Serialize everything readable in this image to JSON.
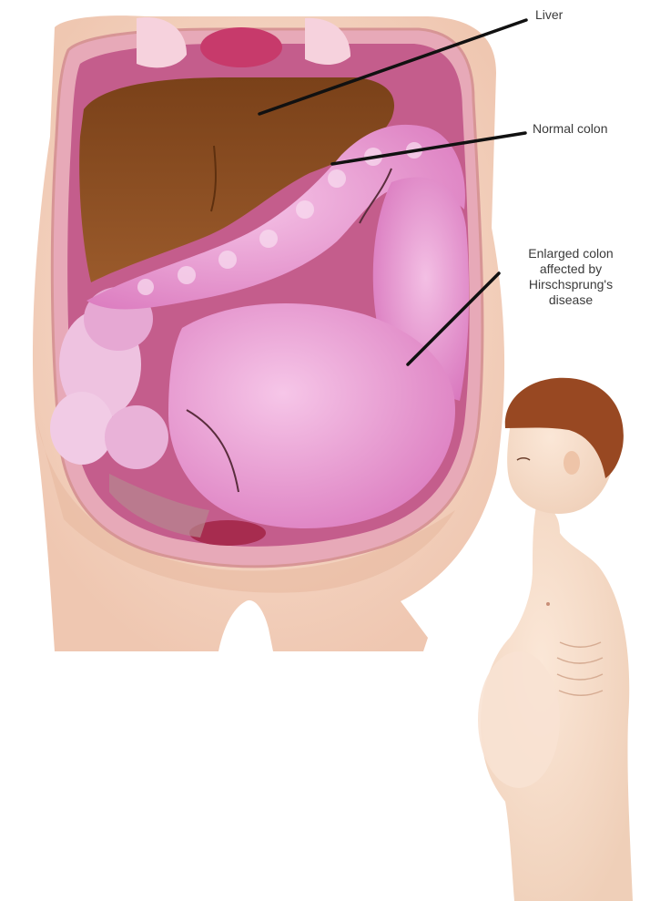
{
  "labels": {
    "liver": "Liver",
    "normal_colon": "Normal colon",
    "enlarged_colon": [
      "Enlarged colon",
      "affected by",
      "Hirschsprung's",
      "disease"
    ]
  },
  "colors": {
    "skin": "#f7dccb",
    "skin_shadow": "#e9bfa7",
    "liver": "#8a4f22",
    "colon": "#e890cf",
    "colon_light": "#f2b6e0",
    "cavity": "#c24f86",
    "hair": "#9a4a1f",
    "leader_line": "#111111"
  }
}
